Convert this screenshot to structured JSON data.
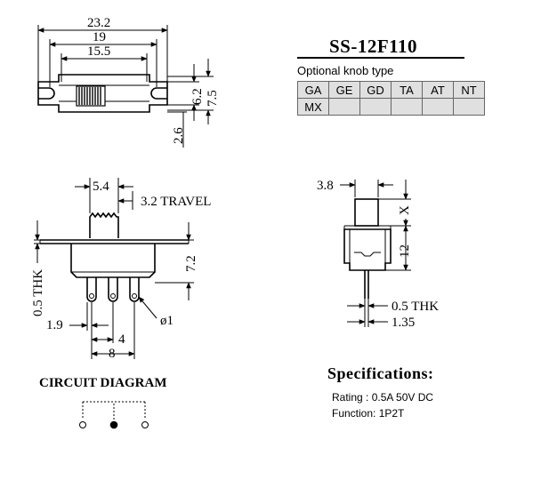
{
  "title": "SS-12F110",
  "optional_knob": {
    "caption": "Optional knob type",
    "rows": [
      [
        "GA",
        "GE",
        "GD",
        "TA",
        "AT",
        "NT"
      ],
      [
        "MX",
        "",
        "",
        "",
        "",
        ""
      ]
    ]
  },
  "top_view": {
    "dim_overall": "23.2",
    "dim_mount_holes": "19",
    "dim_body": "15.5",
    "dim_height_inner": "6.2",
    "dim_height_outer": "7.5",
    "dim_flange": "2.6"
  },
  "side_view": {
    "dim_actuator": "5.4",
    "travel": "3.2 TRAVEL",
    "dim_body_height": "7.2",
    "dim_thk": "0.5 THK",
    "dim_pin_pitch_small": "1.9",
    "dim_pin_pitch": "4",
    "dim_pin_span": "8",
    "dim_pin_dia": "ø1"
  },
  "end_view": {
    "dim_knob": "3.8",
    "dim_x": "X",
    "dim_height": "12",
    "dim_thk": "0.5 THK",
    "dim_pin": "1.35"
  },
  "circuit_diagram": {
    "title": "CIRCUIT DIAGRAM"
  },
  "specifications": {
    "title": "Specifications:",
    "rating": "Rating : 0.5A 50V DC",
    "function": "Function: 1P2T"
  }
}
